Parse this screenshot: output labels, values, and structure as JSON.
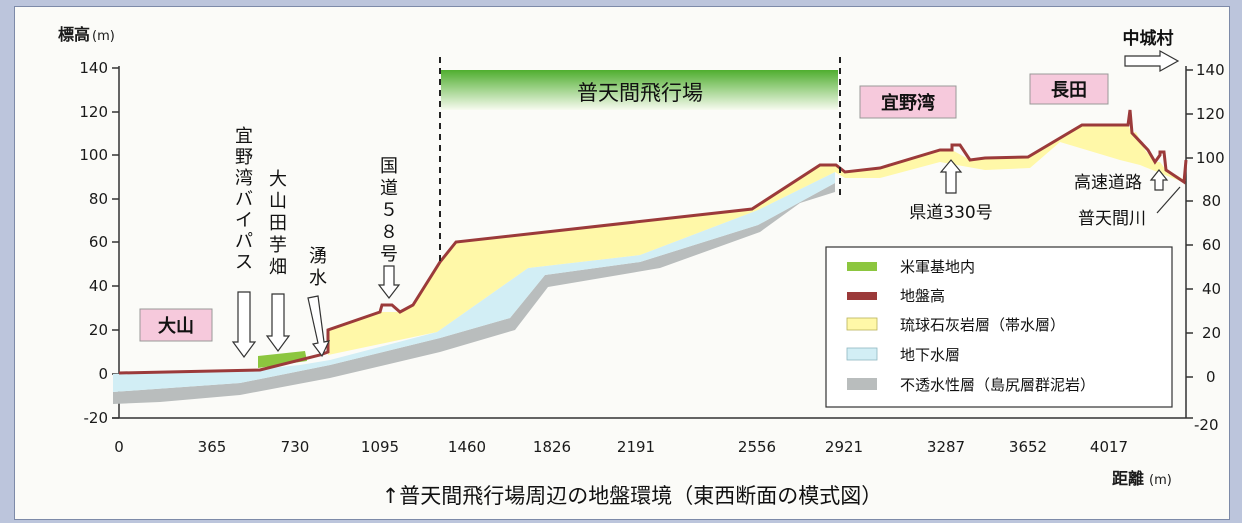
{
  "title": "↑普天間飛行場周辺の地盤環境（東西断面の模式図）",
  "y_axis": {
    "label": "標高",
    "unit": "(m)",
    "ticks": [
      "140",
      "120",
      "100",
      "80",
      "60",
      "40",
      "20",
      "0",
      "-20"
    ]
  },
  "x_axis": {
    "label": "距離",
    "unit": "(m)",
    "ticks": [
      "0",
      "365",
      "730",
      "1095",
      "1460",
      "1826",
      "2191",
      "2556",
      "2921",
      "3287",
      "3652",
      "4017"
    ]
  },
  "areas": {
    "airfield": "普天間飛行場",
    "oyama": "大山",
    "ginowan": "宜野湾",
    "nagata": "長田",
    "nakagusuku": "中城村"
  },
  "annotations": {
    "bypass": [
      "宜",
      "野",
      "湾",
      "バ",
      "イ",
      "パ",
      "ス"
    ],
    "taro_field": [
      "大",
      "山",
      "田",
      "芋",
      "畑"
    ],
    "spring": [
      "湧",
      "水"
    ],
    "route58": [
      "国",
      "道",
      "５",
      "８",
      "号"
    ],
    "route330": "県道330号",
    "expressway": "高速道路",
    "futenma_river": "普天間川"
  },
  "legend": [
    {
      "label": "米軍基地内",
      "color": "#8cc63f"
    },
    {
      "label": "地盤高",
      "color": "#9b3a3a"
    },
    {
      "label": "琉球石灰岩層（帯水層）",
      "color": "#fff8a8"
    },
    {
      "label": "地下水層",
      "color": "#d2eef5"
    },
    {
      "label": "不透水性層（島尻層群泥岩）",
      "color": "#b9bdbd"
    }
  ],
  "colors": {
    "ground": "#9b3a3a",
    "limestone": "#fff8a8",
    "groundwater": "#d2eef5",
    "impermeable": "#b9bdbd",
    "base": "#8cc63f",
    "label_box": "#f6c9dc"
  }
}
